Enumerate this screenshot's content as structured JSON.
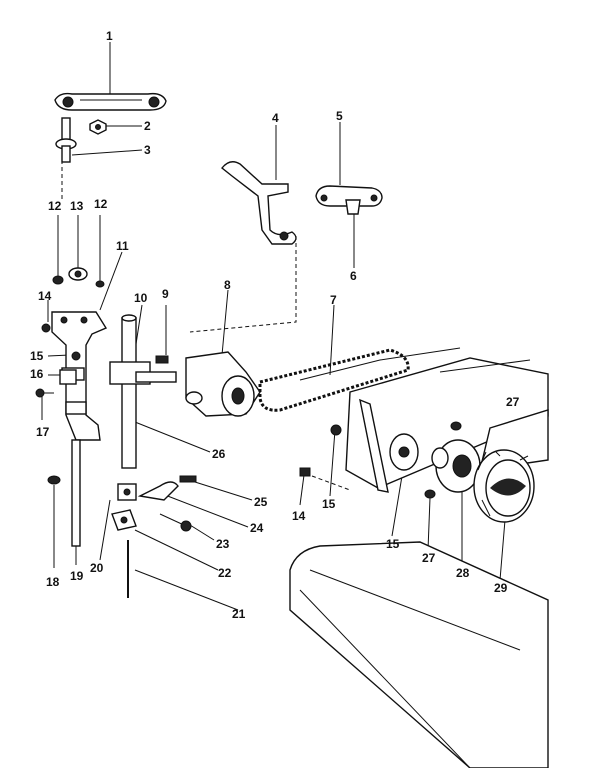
{
  "diagram": {
    "callouts": [
      {
        "id": "c1",
        "text": "1"
      },
      {
        "id": "c2",
        "text": "2"
      },
      {
        "id": "c3",
        "text": "3"
      },
      {
        "id": "c4",
        "text": "4"
      },
      {
        "id": "c5",
        "text": "5"
      },
      {
        "id": "c6",
        "text": "6"
      },
      {
        "id": "c7",
        "text": "7"
      },
      {
        "id": "c8",
        "text": "8"
      },
      {
        "id": "c9",
        "text": "9"
      },
      {
        "id": "c10",
        "text": "10"
      },
      {
        "id": "c11",
        "text": "11"
      },
      {
        "id": "c12a",
        "text": "12"
      },
      {
        "id": "c12b",
        "text": "12"
      },
      {
        "id": "c13",
        "text": "13"
      },
      {
        "id": "c14a",
        "text": "14"
      },
      {
        "id": "c14b",
        "text": "14"
      },
      {
        "id": "c15a",
        "text": "15"
      },
      {
        "id": "c15b",
        "text": "15"
      },
      {
        "id": "c15c",
        "text": "15"
      },
      {
        "id": "c16",
        "text": "16"
      },
      {
        "id": "c17",
        "text": "17"
      },
      {
        "id": "c18",
        "text": "18"
      },
      {
        "id": "c19",
        "text": "19"
      },
      {
        "id": "c20",
        "text": "20"
      },
      {
        "id": "c21",
        "text": "21"
      },
      {
        "id": "c22",
        "text": "22"
      },
      {
        "id": "c23",
        "text": "23"
      },
      {
        "id": "c24",
        "text": "24"
      },
      {
        "id": "c25",
        "text": "25"
      },
      {
        "id": "c26",
        "text": "26"
      },
      {
        "id": "c27a",
        "text": "27"
      },
      {
        "id": "c27b",
        "text": "27"
      },
      {
        "id": "c28",
        "text": "28"
      },
      {
        "id": "c29",
        "text": "29"
      }
    ]
  }
}
